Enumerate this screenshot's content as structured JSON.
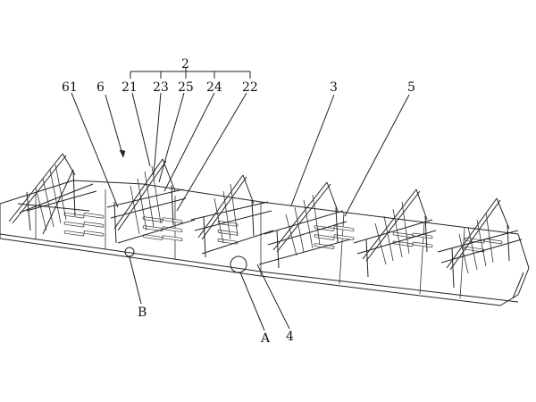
{
  "figure": {
    "labels": {
      "l2": "2",
      "l61": "61",
      "l6": "6",
      "l21": "21",
      "l23": "23",
      "l25": "25",
      "l24": "24",
      "l22": "22",
      "l3": "3",
      "l5": "5",
      "lB": "B",
      "lA": "A",
      "l4": "4"
    }
  }
}
